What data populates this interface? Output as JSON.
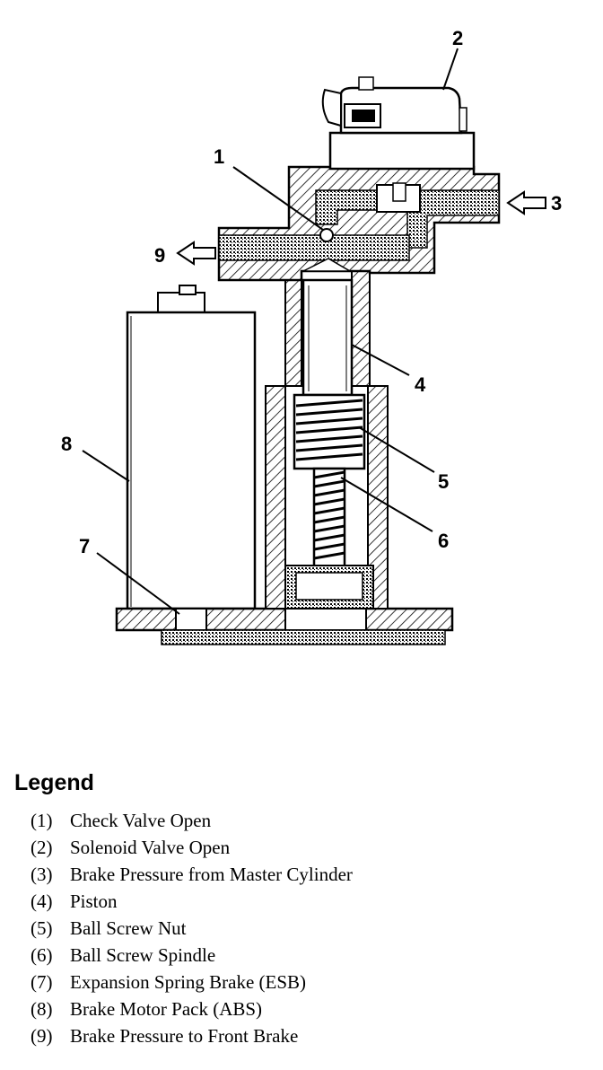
{
  "callouts": {
    "c1": "1",
    "c2": "2",
    "c3": "3",
    "c4": "4",
    "c5": "5",
    "c6": "6",
    "c7": "7",
    "c8": "8",
    "c9": "9"
  },
  "legend": {
    "title": "Legend",
    "items": [
      {
        "num": "(1)",
        "text": "Check Valve Open"
      },
      {
        "num": "(2)",
        "text": "Solenoid Valve Open"
      },
      {
        "num": "(3)",
        "text": "Brake Pressure from Master Cylinder"
      },
      {
        "num": "(4)",
        "text": "Piston"
      },
      {
        "num": "(5)",
        "text": "Ball Screw Nut"
      },
      {
        "num": "(6)",
        "text": "Ball Screw Spindle"
      },
      {
        "num": "(7)",
        "text": "Expansion Spring Brake (ESB)"
      },
      {
        "num": "(8)",
        "text": "Brake Motor Pack (ABS)"
      },
      {
        "num": "(9)",
        "text": "Brake Pressure to Front Brake"
      }
    ]
  }
}
